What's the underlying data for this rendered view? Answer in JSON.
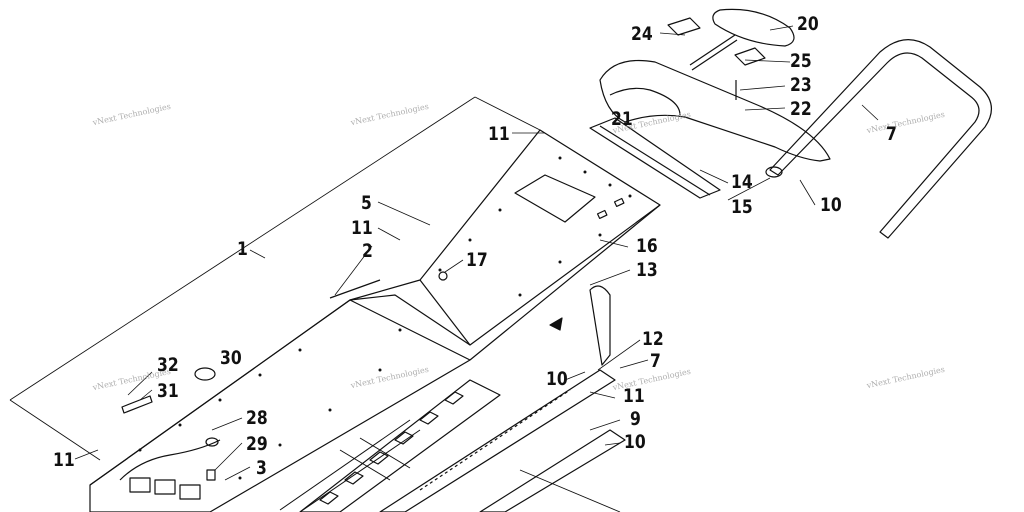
{
  "diagram": {
    "watermark_text": "vNext Technologies",
    "callouts": {
      "c1": "1",
      "c2": "2",
      "c3": "3",
      "c5": "5",
      "c7a": "7",
      "c7b": "7",
      "c9": "9",
      "c10a": "10",
      "c10b": "10",
      "c10c": "10",
      "c11a": "11",
      "c11b": "11",
      "c11c": "11",
      "c11d": "11",
      "c12": "12",
      "c13": "13",
      "c14": "14",
      "c15": "15",
      "c16": "16",
      "c17": "17",
      "c20": "20",
      "c21": "21",
      "c22": "22",
      "c23": "23",
      "c24": "24",
      "c25": "25",
      "c28": "28",
      "c29": "29",
      "c30": "30",
      "c31": "31",
      "c32": "32"
    }
  }
}
